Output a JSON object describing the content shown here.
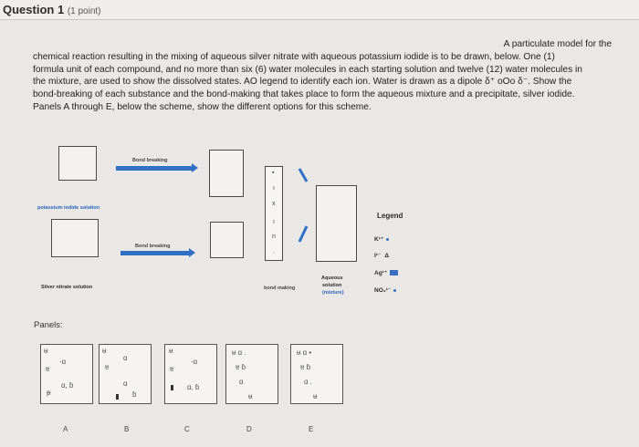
{
  "header": {
    "title": "Question 1",
    "points": "(1 point)"
  },
  "prompt": {
    "line0": "A particulate model for the",
    "line1": "chemical reaction resulting in the mixing of aqueous silver nitrate with aqueous potassium iodide is to be drawn, below. One (1)",
    "line2": "formula unit of each compound, and no more than six (6) water molecules in each starting solution and twelve (12) water molecules in",
    "line3": "the mixture, are used to show the dissolved states. AO legend to identify each ion. Water is drawn as a dipole δ⁺ oOo δ⁻. Show the",
    "line4": "bond-breaking of each substance and the bond-making that takes place to form the aqueous mixture and a precipitate, silver iodide.",
    "line5": "Panels A through E, below the scheme, show the different options for this scheme."
  },
  "scheme": {
    "bond_breaking_top": "Bond breaking",
    "bond_breaking_bottom": "Bond breaking",
    "ki_label": "potassium iodide solution",
    "silver_label": "Silver nitrate solution",
    "bond_making": "bond making",
    "aqueous_l1": "Aqueous",
    "aqueous_l2": "solution",
    "aqueous_l3": "(mixture)"
  },
  "legend": {
    "title": "Legend",
    "k": "K¹⁺",
    "i": "I¹⁻",
    "ag": "Ag¹⁺",
    "no3": "NO₃¹⁻"
  },
  "panels": {
    "title": "Panels:",
    "labels": [
      "A",
      "B",
      "C",
      "D",
      "E"
    ]
  }
}
